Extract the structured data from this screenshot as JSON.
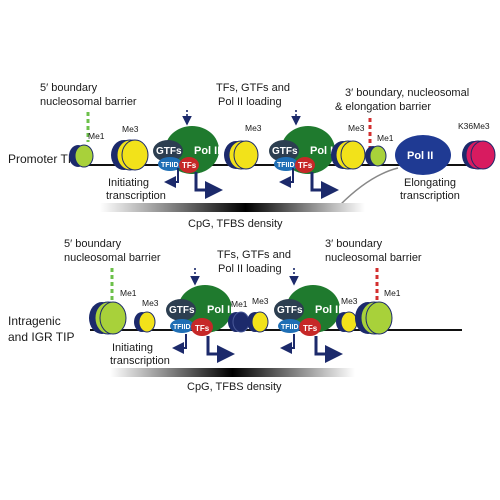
{
  "panel_top": {
    "row_label": "Promoter TIP",
    "boundary_5": [
      "5′ boundary",
      "nucleosomal barrier"
    ],
    "loading": [
      "TFs, GTFs and",
      "Pol II loading"
    ],
    "boundary_3": [
      "3′ boundary, nucleosomal",
      "& elongation barrier"
    ],
    "initiating": [
      "Initiating",
      "transcription"
    ],
    "elongating": [
      "Elongating",
      "transcription"
    ],
    "density": "CpG, TFBS density",
    "marks": {
      "me1": "Me1",
      "me3": "Me3",
      "k36me3": "K36Me3"
    },
    "complex": {
      "gtfs": "GTFs",
      "pol2": "Pol II",
      "tfiid": "TFIID",
      "tfs": "TFs"
    }
  },
  "panel_bottom": {
    "row_label": [
      "Intragenic",
      "and IGR TIP"
    ],
    "boundary_5": [
      "5′ boundary",
      "nucleosomal barrier"
    ],
    "loading": [
      "TFs, GTFs and",
      "Pol II loading"
    ],
    "boundary_3": [
      "3′ boundary",
      "nucleosomal barrier"
    ],
    "initiating": [
      "Initiating",
      "transcription"
    ],
    "density": "CpG, TFBS density",
    "marks": {
      "me1": "Me1",
      "me3": "Me3"
    },
    "complex": {
      "gtfs": "GTFs",
      "pol2": "Pol II",
      "tfiid": "TFIID",
      "tfs": "TFs"
    }
  },
  "colors": {
    "pol2": "#1f7a2e",
    "gtfs": "#2c3e50",
    "tfiid": "#1f6fb5",
    "tfs": "#c62828",
    "nuc_green": "#a8d13a",
    "nuc_yellow": "#f2e21a",
    "nuc_navy": "#1c2a6b",
    "nuc_magenta": "#d81b60",
    "pol2_elongating": "#1f3a93",
    "arrow": "#1c2a6b",
    "boundary_5": "#6cc04a",
    "boundary_3": "#d32f2f"
  }
}
